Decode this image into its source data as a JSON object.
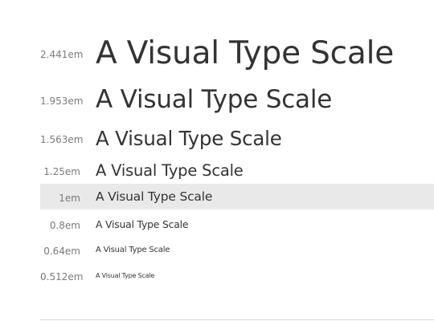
{
  "type_scale": {
    "rows": [
      {
        "size_label": "2.441em",
        "sample_text": "A Visual Type Scale",
        "highlighted": false
      },
      {
        "size_label": "1.953em",
        "sample_text": "A Visual Type Scale",
        "highlighted": false
      },
      {
        "size_label": "1.563em",
        "sample_text": "A Visual Type Scale",
        "highlighted": false
      },
      {
        "size_label": "1.25em",
        "sample_text": "A Visual Type Scale",
        "highlighted": false
      },
      {
        "size_label": "1em",
        "sample_text": "A Visual Type Scale",
        "highlighted": true
      },
      {
        "size_label": "0.8em",
        "sample_text": "A Visual Type Scale",
        "highlighted": false
      },
      {
        "size_label": "0.64em",
        "sample_text": "A Visual Type Scale",
        "highlighted": false
      },
      {
        "size_label": "0.512em",
        "sample_text": "A Visual Type Scale",
        "highlighted": false
      }
    ]
  },
  "colors": {
    "text": "#333333",
    "label": "#7a7a7a",
    "highlight_background": "#e9e9e9",
    "divider": "#d9d9d9"
  }
}
